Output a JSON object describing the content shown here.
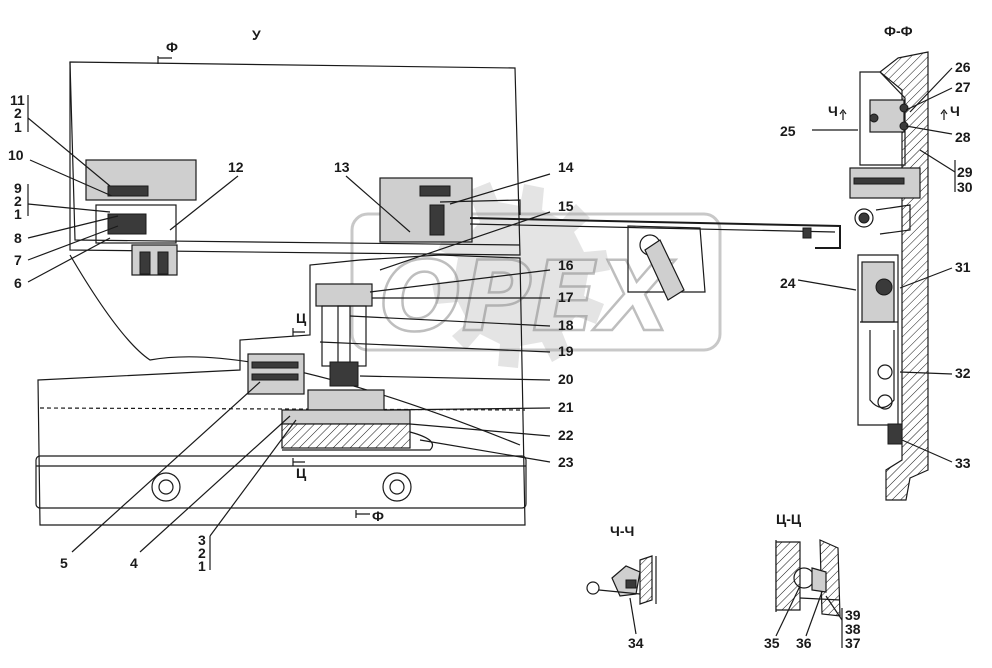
{
  "views": {
    "main": "У",
    "section_ff": "Ф-Ф",
    "section_chch": "Ч-Ч",
    "section_tsts": "Ц-Ц"
  },
  "section_marks": {
    "f": "Ф",
    "ch": "Ч",
    "ts": "Ц"
  },
  "watermark": "OPEX",
  "callouts": [
    "1",
    "2",
    "3",
    "4",
    "5",
    "6",
    "7",
    "8",
    "9",
    "10",
    "11",
    "12",
    "13",
    "14",
    "15",
    "16",
    "17",
    "18",
    "19",
    "20",
    "21",
    "22",
    "23",
    "24",
    "25",
    "26",
    "27",
    "28",
    "29",
    "30",
    "31",
    "32",
    "33",
    "34",
    "35",
    "36",
    "37",
    "38",
    "39"
  ]
}
